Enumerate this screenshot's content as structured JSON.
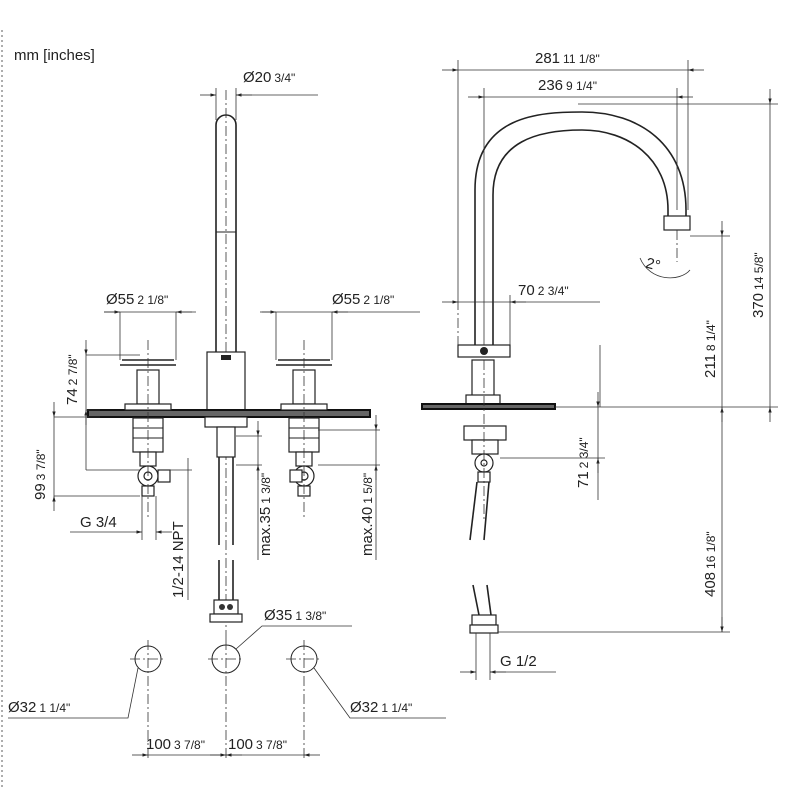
{
  "units_note": "mm [inches]",
  "front_view": {
    "spout_diameter": {
      "mm": "20",
      "inch": "3/4\""
    },
    "left_handle_diameter": {
      "mm": "55",
      "inch": "2 1/8\""
    },
    "right_handle_diameter": {
      "mm": "55",
      "inch": "2 1/8\""
    },
    "handle_height": {
      "mm": "74",
      "inch": "2 7/8\""
    },
    "valve_depth": {
      "mm": "99",
      "inch": "3 7/8\""
    },
    "valve_thread": "G 3/4",
    "spout_connection": "1/2-14 NPT",
    "max_thickness_center": {
      "label": "max.35",
      "inch": "1 3/8\""
    },
    "max_thickness_right": {
      "label": "max.40",
      "inch": "1 5/8\""
    }
  },
  "side_view": {
    "total_projection": {
      "mm": "281",
      "inch": "11 1/8\""
    },
    "spout_reach": {
      "mm": "236",
      "inch": "9 1/4\""
    },
    "base_to_spout_center": {
      "mm": "70",
      "inch": "2 3/4\""
    },
    "overall_height": {
      "mm": "370",
      "inch": "14 5/8\""
    },
    "spout_outlet_height": {
      "mm": "211",
      "inch": "8 1/4\""
    },
    "below_deck_body": {
      "mm": "71",
      "inch": "2 3/4\""
    },
    "below_deck_total": {
      "mm": "408",
      "inch": "16 1/8\""
    },
    "outlet_angle": "2°",
    "supply_thread": "G 1/2"
  },
  "hole_layout": {
    "left_hole": {
      "mm": "32",
      "inch": "1 1/4\""
    },
    "center_hole": {
      "mm": "35",
      "inch": "1 3/8\""
    },
    "right_hole": {
      "mm": "32",
      "inch": "1 1/4\""
    },
    "spacing_left": {
      "mm": "100",
      "inch": "3 7/8\""
    },
    "spacing_right": {
      "mm": "100",
      "inch": "3 7/8\""
    }
  }
}
